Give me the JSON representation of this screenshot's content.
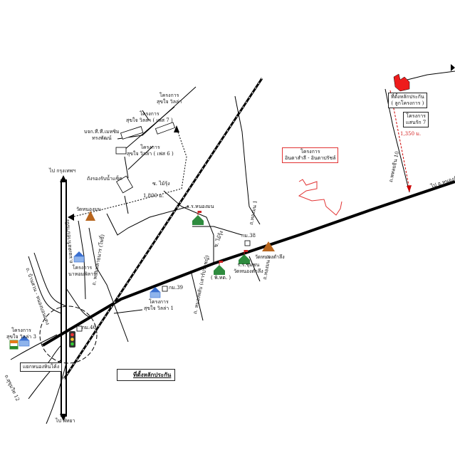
{
  "map": {
    "colors": {
      "road": "#000000",
      "rail": "#000000",
      "route": "#cc0000",
      "project_outline": "#e23333",
      "site": "#ee1c1c",
      "temple": "#b8661e",
      "school": "#2e8b3e",
      "legend_fill": "#8b1010"
    },
    "labels": {
      "to_bangkok": "ไป กรุงเทพฯ",
      "to_phatthaya": "ไป พัทยา",
      "to_nong_lek": "ไป อ.หนองลัก",
      "project_sukjai_1": "โครงการ\nสุขใจ วิลล่า",
      "project_sukjai_7": "โครงการ\nสุขใจ วิลล่า ( เฟส 7 )",
      "bd_company": "บจก.ที.ที.เมทชิม\nทรงพัฒน์",
      "project_sukjai_6": "โครงการ\nสุขใจ วิลล่า ( เฟส 6 )",
      "water_tower": "ถังรองรับน้ำแซ็ด",
      "soi_mairuk": "ซ. ไม้รุ้ง",
      "dist_1800": "1,800 ม.",
      "temple_nongmon": "วัดหนองมน",
      "school_top": "ร.ร.หนองมน",
      "soi_mairuk_2": "ซ. ไม้รุ้ง",
      "km38": "กม.38",
      "rd_road_left": "ถ.ทองมน 1",
      "rd_nongmon_road": "ถ. พนมพลาธนาร (โพธิ์)",
      "school_vishnu": "ร.ร.ชุมชน\nวัดหนองตำลึง",
      "school_pitak": "( พิ.ทต. )",
      "temple_nongtamlueng": "วัดหนองตำลึง",
      "road_2": "ถ.ทองมน 2",
      "project_naklua": "โครงการ\nนาหอมพิลาร์",
      "project_sukjai_2": "โครงการ\nสุขใจ วิลล่า 1",
      "km39": "กม.39",
      "rd_saoprasit": "ถ. หนองพลับ (เสาร์ปราชญ์)",
      "project_intarasak": "โครงการ\nอินตาสำลี - อินตาปรัชล์",
      "site_label": "ที่ตั้งหลักประกัน\n( ลูกโครงการ )",
      "project_sansuk": "โครงการ\nแสนรัก 7",
      "dist_1350": "1,350 ม.",
      "road_soi10": "ถ.พหลยธิน 10",
      "project_sukjai_3": "โครงการ\nสุขใจ วิลล่า 3",
      "km46": "กม.46",
      "motorway_left": "ถ.มอเตอร์เวย์บ้านบึง",
      "road_bangna": "ถ. บ้านสวน - หนองบอนแดง",
      "interchange_label": "แยกหนองหินโค้ง",
      "road_sukhumvit_bottom": "ถ.สุขุมวิท 12",
      "legend_text": "ที่ตั้งหลักประกัน"
    }
  }
}
